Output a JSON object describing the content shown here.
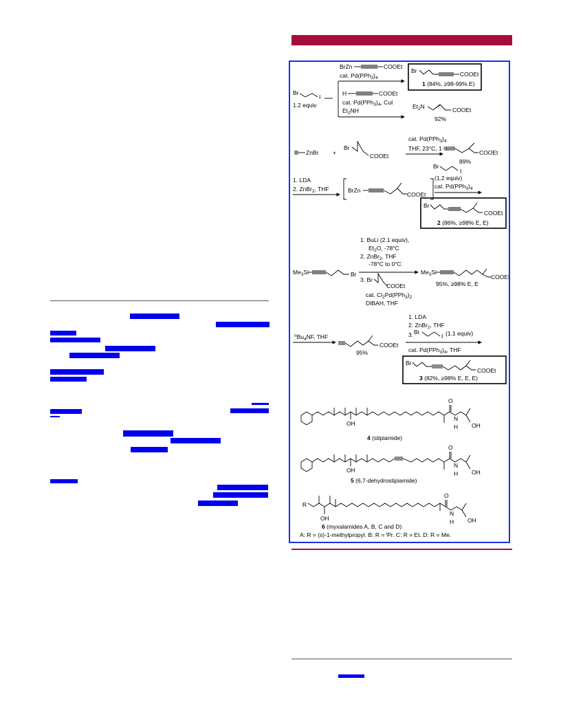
{
  "scheme": {
    "r1_reagent1": "BrZn",
    "r1_reagent1_tail": "COOEt",
    "r1_cat1": "cat. Pd(PPh",
    "r1_cat1_tail": ")",
    "sub3": "3",
    "sub4": "4",
    "sub2": "2",
    "r1_prod_br": "Br",
    "r1_prod_tail": "COOEt",
    "r1_prod_label_num": "1",
    "r1_prod_label": "(84%, ≥98-99% E)",
    "r1_start_br": "Br",
    "r1_start_i": "I",
    "r1_equiv": "1.2 equiv",
    "r1_h": "H",
    "r1_reagent2_tail": "COOEt",
    "r1_cat2": "cat. Pd(PPh",
    "r1_cat2_tail": ")",
    "r1_cat2_extra": ", CuI",
    "r1_base": "Et",
    "r1_base_tail": "NH",
    "r1_side_et": "Et",
    "r1_side_n": "N",
    "r1_side_tail": "COOEt",
    "r1_side_yield": "92%",
    "r2_reagent": "ZnBr",
    "r2_plus": "+",
    "r2_br": "Br",
    "r2_tail": "COOEt",
    "r2_cat": "cat. Pd(PPh",
    "r2_cat_tail": ")",
    "r2_cond": "THF, 23°C, 1 h",
    "r2_prod_tail": "COOEt",
    "r2_yield": "89%",
    "r3_step1": "1. LDA",
    "r3_step2": "2. ZnBr",
    "r3_step2_tail": ", THF",
    "r3_int_head": "BrZn",
    "r3_int_tail": "COOEt",
    "r3_reag_br": "Br",
    "r3_reag_i": "I",
    "r3_equiv": "(1.2 equiv)",
    "r3_cat": "cat. Pd(PPh",
    "r3_cat_tail": ")",
    "r3_prod_br": "Br",
    "r3_prod_tail": "COOEt",
    "r3_label_num": "2",
    "r3_label": "(86%, ≥98% E, E)",
    "r4_tms": "Me",
    "r4_tms_tail": "Si",
    "r4_br": "Br",
    "r4_c1": "1. BuLi (2.1 equiv),",
    "r4_c1b": "Et",
    "r4_c1b_tail": "O, -78°C",
    "r4_c2": "2. ZnBr",
    "r4_c2_tail": ", THF",
    "r4_c2b": "-78°C to 0°C",
    "r4_c3": "3. Br",
    "r4_c3_tail": "COOEt",
    "r4_c4": "cat. Cl",
    "r4_c4_mid": "Pd(PPh",
    "r4_c4_tail": ")",
    "r4_c5": "DIBAH, THF",
    "r4_prod_tms": "Me",
    "r4_prod_tms_tail": "Si",
    "r4_prod_tail": "COOEt",
    "r4_yield": "95%, ≥98% E, E",
    "r5_reag": "Bu",
    "r5_reag_pre": "n",
    "r5_reag_tail": "NF, THF",
    "r5_mid_tail": "COOEt",
    "r5_mid_yield": "95%",
    "r5_c1": "1. LDA",
    "r5_c2": "2. ZnBr",
    "r5_c2_tail": ", THF",
    "r5_c3": "3.",
    "r5_c3_br": "Br",
    "r5_c3_i": "I",
    "r5_c3_equiv": "(1.1 equiv)",
    "r5_c4": "cat. Pd(PPh",
    "r5_c4_tail": ")",
    "r5_c4_extra": ", THF",
    "r5_prod_br": "Br",
    "r5_prod_tail": "COOEt",
    "r5_label_num": "3",
    "r5_label": "(82%, ≥98% E, E, E)",
    "np4_o": "O",
    "np4_n": "N",
    "np4_h": "H",
    "np4_oh1": "OH",
    "np4_oh2": "OH",
    "np4_num": "4",
    "np4_name": "(stipiamide)",
    "np5_o": "O",
    "np5_n": "N",
    "np5_h": "H",
    "np5_oh1": "OH",
    "np5_oh2": "OH",
    "np5_num": "5",
    "np5_name": "(6,7-dehydrostipiamide)",
    "np6_r": "R",
    "np6_o": "O",
    "np6_n": "N",
    "np6_h": "H",
    "np6_oh1": "OH",
    "np6_oh2": "OH",
    "np6_num": "6",
    "np6_name": "(myxalamides A, B, C and D)",
    "np6_def": "A: R = (s)-1-methylpropyl. B: R = ",
    "np6_def_i": "i",
    "np6_def_tail": "Pr. C: R = Et. D: R = Me."
  }
}
